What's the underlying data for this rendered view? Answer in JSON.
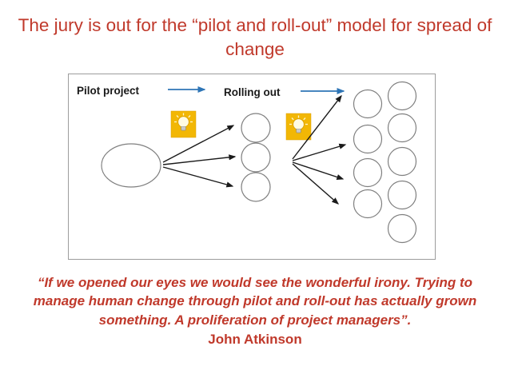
{
  "slide": {
    "title": "The jury is out for the “pilot and roll-out” model for spread of change",
    "quote": "“If we opened our eyes we would see the wonderful irony. Trying to manage human change through pilot and roll-out has actually grown something. A proliferation of project managers”.",
    "attribution": "John Atkinson"
  },
  "diagram": {
    "pilot_label": "Pilot project",
    "rollout_label": "Rolling out"
  },
  "colors": {
    "title_red": "#C0392B",
    "arrow_blue": "#2E75B6",
    "circle_border": "#7F7F7F",
    "bulb_yellow": "#F2B705"
  }
}
